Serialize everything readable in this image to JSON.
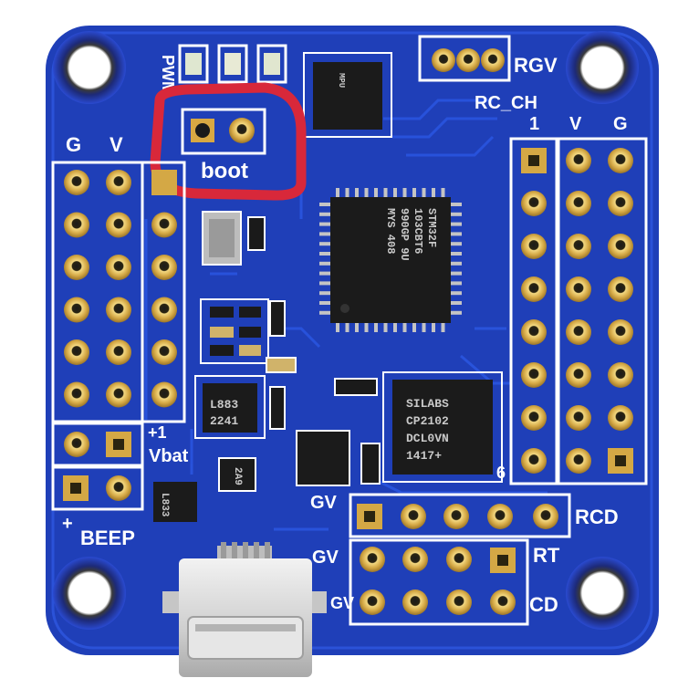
{
  "photo": {
    "subject": "flight controller PCB",
    "board_color": "#1f3fb8",
    "highlight_color": "#d8283a"
  },
  "labels": {
    "rgv": "RGV",
    "rc_ch": "RC_CH",
    "ch_1": "1",
    "ch_v": "V",
    "ch_g": "G",
    "pwm": "PWM",
    "boot": "boot",
    "left_g": "G",
    "left_v": "V",
    "vbat": "Vbat",
    "plus_1": "+1",
    "plus": "+",
    "beep": "BEEP",
    "gv_1": "GV",
    "gv_2": "GV",
    "gv_3": "GV",
    "rcd": "RCD",
    "rt": "RT",
    "cd": "CD",
    "six": "6"
  },
  "chips": {
    "mcu_lines": [
      "STM32F",
      "103CBT6",
      "990GP 9U",
      "MYS 408"
    ],
    "usb_bridge_lines": [
      "SILABS",
      "CP2102",
      "DCL0VN",
      "1417+"
    ],
    "regulator_lines": [
      "L883",
      "2241"
    ],
    "small_reg": "L833",
    "sot": "2A9",
    "imu": "MPU"
  }
}
